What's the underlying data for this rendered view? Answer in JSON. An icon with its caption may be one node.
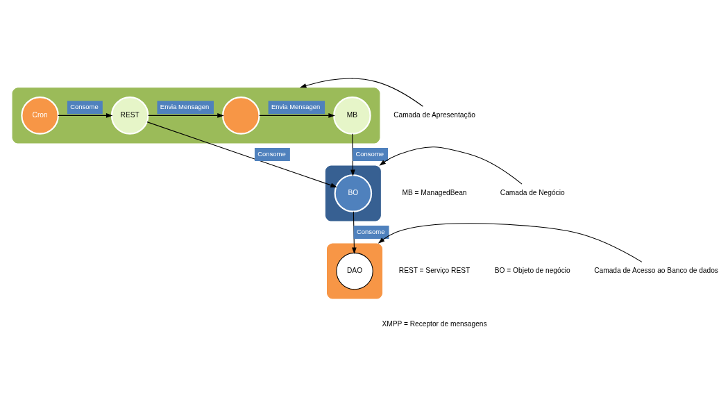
{
  "diagram": {
    "nodes": [
      {
        "text": [],
        "shape": "box"
      },
      {
        "text": [
          "Cron"
        ],
        "in": 0
      },
      {
        "text": [
          "REST"
        ],
        "in": 0
      },
      {
        "text": [],
        "shape": "circle",
        "in": 0
      },
      {
        "text": [
          "MB"
        ],
        "in": 0
      },
      {
        "text": [],
        "shape": "box"
      },
      {
        "text": [
          "BO"
        ],
        "in": 5
      },
      {
        "text": [],
        "shape": "box"
      },
      {
        "text": [
          "DAO"
        ],
        "in": 7
      },
      {
        "text": [
          "Camada de Apresentação"
        ]
      },
      {
        "text": [
          "Camada de Negócio"
        ]
      },
      {
        "text": [
          "Camada de Acesso ao Banco de dados"
        ]
      }
    ],
    "edges": [
      {
        "from": 1,
        "to": 2,
        "arrow": "to",
        "label": "Consome"
      },
      {
        "from": 2,
        "to": 3,
        "arrow": "to",
        "label": "Envia Mensagen"
      },
      {
        "from": 3,
        "to": 4,
        "arrow": "to",
        "label": "Envia Mensagen"
      },
      {
        "from": 2,
        "to": 6,
        "arrow": "to",
        "label": "Consome"
      },
      {
        "from": 4,
        "to": 6,
        "arrow": "to",
        "label": "Consome"
      },
      {
        "from": 6,
        "to": 8,
        "arrow": "to",
        "label": "Consome"
      },
      {
        "from": 9,
        "to": 0,
        "arrow": "to"
      },
      {
        "from": 10,
        "to": 5,
        "arrow": "to"
      },
      {
        "from": 11,
        "to": 7,
        "arrow": "to"
      }
    ],
    "labels": [
      "MB = ManagedBean",
      "REST = Serviço REST",
      "XMPP = Receptor de mensagens",
      "BO = Objeto de negócio"
    ]
  }
}
